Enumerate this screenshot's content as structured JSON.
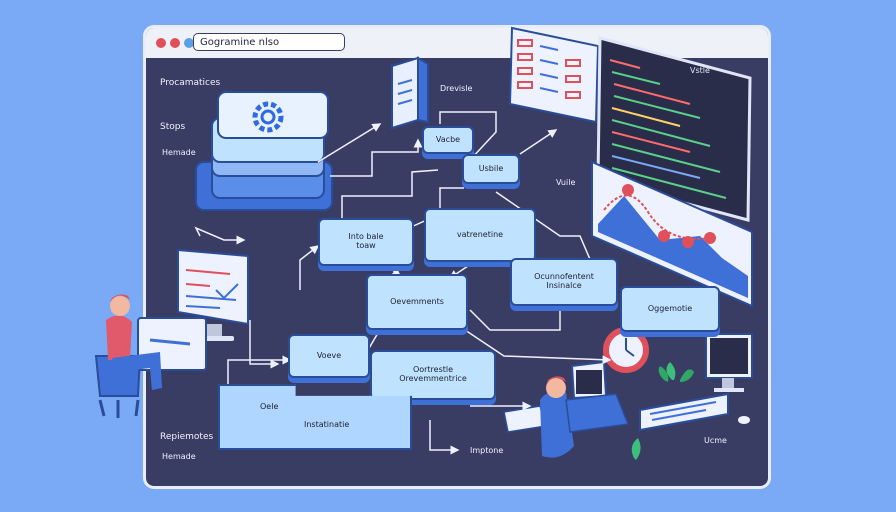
{
  "window": {
    "address_text": "Gogramine nlso"
  },
  "left_labels": {
    "heading": "Procamatices",
    "steps": "Stops",
    "hemade1": "Hemade",
    "bottom_heading": "Repiemotes",
    "hemade2": "Hemade"
  },
  "top_labels": {
    "drevisle": "Drevisle",
    "vuile": "Vuile"
  },
  "nodes": {
    "vacbe": "Vacbe",
    "usbile": "Usbile",
    "intobale": "Into bale\ntoaw",
    "vatrenetine": "vatrenetine",
    "oevemments1": "Oevemments",
    "ocunnofentent": "Ocunnofentent\nInsinalce",
    "oggemotie": "Oggemotie",
    "voeve": "Voeve",
    "oevemmentrice": "Oortrestle\nOrevemmentrice",
    "oele": "Oele",
    "instatinatie": "Instatinatie"
  },
  "code_panel": {
    "title": "Vstle"
  },
  "bottom_labels": {
    "imptone": "Imptone",
    "ucme": "Ucme"
  },
  "colors": {
    "background": "#7aaaf5",
    "window": "#3a3d63",
    "node_fill": "#bfe3ff",
    "node_shadow": "#3f70d8",
    "node_border": "#2a4d9a",
    "titlebar_dots": [
      "#e0505b",
      "#e0505b",
      "#5aa0e8"
    ]
  }
}
